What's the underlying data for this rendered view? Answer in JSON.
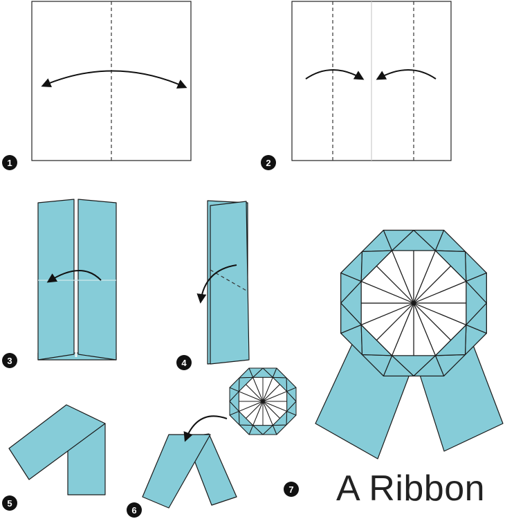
{
  "title": "A Ribbon",
  "steps": [
    {
      "number": "1"
    },
    {
      "number": "2"
    },
    {
      "number": "3"
    },
    {
      "number": "4"
    },
    {
      "number": "5"
    },
    {
      "number": "6"
    },
    {
      "number": "7"
    }
  ],
  "colors": {
    "paper": "#86ccd8",
    "outline": "#1a1a1a",
    "badge": "#111111",
    "background": "#ffffff"
  }
}
